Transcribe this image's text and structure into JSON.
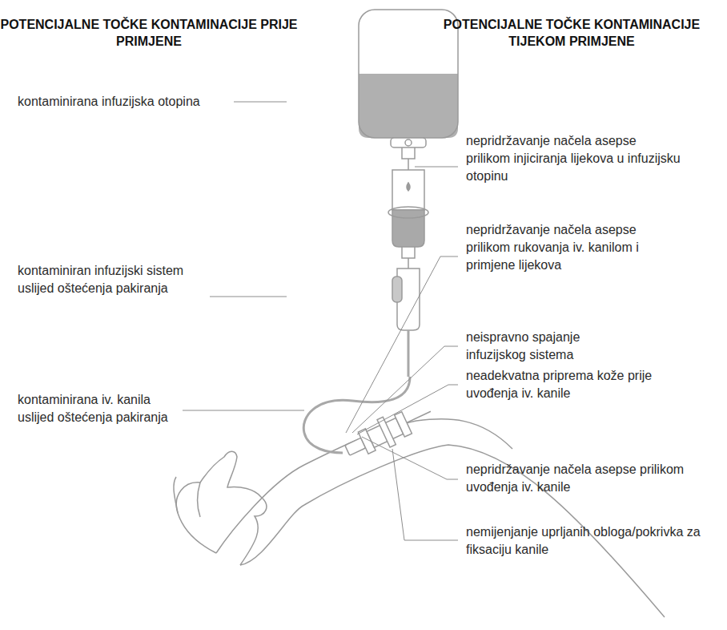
{
  "diagram": {
    "labels": [
      "POTENCIJALNE TOČKE KONTAMINACIJE PRIJE PRIMJENE",
      "POTENCIJALNE TOČKE KONTAMINACIJE TIJEKOM PRIMJENE",
      "kontaminirana infuzijska otopina",
      "kontaminiran infuzijski sistem uslijed oštećenja pakiranja",
      "kontaminirana iv. kanila uslijed oštećenja pakiranja",
      "nepridržavanje načela asepse prilikom injiciranja lijekova u infuzijsku otopinu",
      "nepridržavanje načela asepse prilikom rukovanja iv. kanilom i primjene lijekova",
      "neispravno spajanje infuzijskog sistema",
      "neadekvatna priprema kože prije uvođenja iv. kanile",
      "nepridržavanje načela asepse prilikom uvođenja iv. kanile",
      "nemijenjanje uprljanih obloga/pokrivka za fiksaciju kanile"
    ]
  }
}
